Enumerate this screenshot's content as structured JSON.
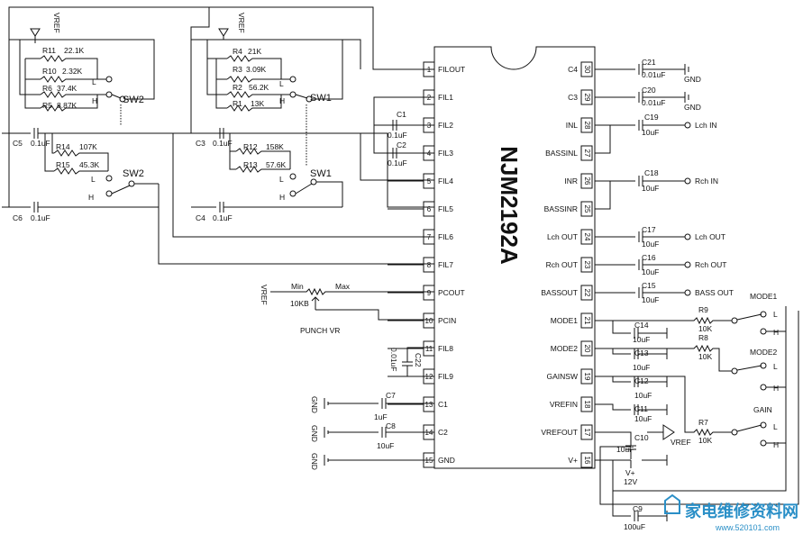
{
  "chip": {
    "name": "NJM2192A",
    "left_pins": [
      {
        "n": "1",
        "label": "FILOUT"
      },
      {
        "n": "2",
        "label": "FIL1"
      },
      {
        "n": "3",
        "label": "FIL2"
      },
      {
        "n": "4",
        "label": "FIL3"
      },
      {
        "n": "5",
        "label": "FIL4"
      },
      {
        "n": "6",
        "label": "FIL5"
      },
      {
        "n": "7",
        "label": "FIL6"
      },
      {
        "n": "8",
        "label": "FIL7"
      },
      {
        "n": "9",
        "label": "PCOUT"
      },
      {
        "n": "10",
        "label": "PCIN"
      },
      {
        "n": "11",
        "label": "FIL8"
      },
      {
        "n": "12",
        "label": "FIL9"
      },
      {
        "n": "13",
        "label": "C1"
      },
      {
        "n": "14",
        "label": "C2"
      },
      {
        "n": "15",
        "label": "GND"
      }
    ],
    "right_pins": [
      {
        "n": "30",
        "label": "C4"
      },
      {
        "n": "29",
        "label": "C3"
      },
      {
        "n": "28",
        "label": "INL"
      },
      {
        "n": "27",
        "label": "BASSINL"
      },
      {
        "n": "26",
        "label": "INR"
      },
      {
        "n": "25",
        "label": "BASSINR"
      },
      {
        "n": "24",
        "label": "Lch OUT"
      },
      {
        "n": "23",
        "label": "Rch OUT"
      },
      {
        "n": "22",
        "label": "BASSOUT"
      },
      {
        "n": "21",
        "label": "MODE1"
      },
      {
        "n": "20",
        "label": "MODE2"
      },
      {
        "n": "19",
        "label": "GAINSW"
      },
      {
        "n": "18",
        "label": "VREFIN"
      },
      {
        "n": "17",
        "label": "VREFOUT"
      },
      {
        "n": "16",
        "label": "V+"
      }
    ]
  },
  "labels": {
    "vref": "VREF",
    "sw1": "SW1",
    "sw2": "SW2",
    "low": "L",
    "high": "H",
    "gnd": "GND",
    "r11": "R11",
    "r11v": "22.1K",
    "r10": "R10",
    "r10v": "2.32K",
    "r6": "R6",
    "r6v": "37.4K",
    "r5": "R5",
    "r5v": "8.87K",
    "r4": "R4",
    "r4v": "21K",
    "r3": "R3",
    "r3v": "3.09K",
    "r2": "R2",
    "r2v": "56.2K",
    "r1": "R1",
    "r1v": "13K",
    "r14": "R14",
    "r14v": "107K",
    "r15": "R15",
    "r15v": "45.3K",
    "r12": "R12",
    "r12v": "158K",
    "r13": "R13",
    "r13v": "57.6K",
    "c5": "C5",
    "c5v": "0.1uF",
    "c6": "C6",
    "c6v": "0.1uF",
    "c3": "C3",
    "c3v": "0.1uF",
    "c4": "C4",
    "c4v": "0.1uF",
    "c1": "C1",
    "c1v": "0.1uF",
    "c2": "C2",
    "c2v": "0.1uF",
    "c22": "C22",
    "c22v": "0.01uF",
    "c7": "C7",
    "c7v": "1uF",
    "c8": "C8",
    "c8v": "10uF",
    "pot_min": "Min",
    "pot_max": "Max",
    "pot_val": "10KB",
    "punch_vr": "PUNCH VR",
    "c21": "C21",
    "c21v": "0.01uF",
    "c20": "C20",
    "c20v": "0.01uF",
    "c19": "C19",
    "c19v": "10uF",
    "c18": "C18",
    "c18v": "10uF",
    "c17": "C17",
    "c17v": "10uF",
    "c16": "C16",
    "c16v": "10uF",
    "c15": "C15",
    "c15v": "10uF",
    "c14": "C14",
    "c14v": "10uF",
    "c13": "C13",
    "c13v": "10uF",
    "c12": "C12",
    "c12v": "10uF",
    "c11": "C11",
    "c11v": "10uF",
    "c10": "C10",
    "c10v": "10uF",
    "c9": "C9",
    "c9v": "100uF",
    "lch_in": "Lch IN",
    "rch_in": "Rch IN",
    "lch_out": "Lch OUT",
    "rch_out": "Rch OUT",
    "bass_out": "BASS OUT",
    "r9": "R9",
    "r9v": "10K",
    "r8": "R8",
    "r8v": "10K",
    "r7": "R7",
    "r7v": "10K",
    "mode1": "MODE1",
    "mode2": "MODE2",
    "gain": "GAIN",
    "vplus": "V+",
    "v12": "12V",
    "wm_main": "家电维修资料网",
    "wm_url": "www.520101.com"
  }
}
